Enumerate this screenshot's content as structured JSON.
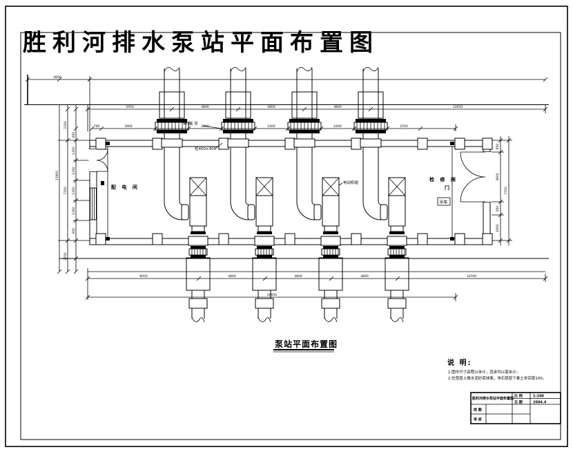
{
  "sheet": {
    "red_title": "胜利河排水泵站平面布置图",
    "caption": "泵站平面布置图",
    "colors": {
      "title_red": "#FF0000",
      "line_black": "#000000",
      "paper": "#FFFFFF"
    }
  },
  "rooms": {
    "left_room": "配 电 间",
    "right_room_line1": "检 修 闸",
    "right_room_line2": "门",
    "crane_tag": "吊车"
  },
  "callouts": {
    "expansion_joint": "伸缩节",
    "column": "柱400×400",
    "motor": "电动机组"
  },
  "notes": {
    "heading": "说 明:",
    "item1": "1.图中尺寸高程以米计，其余均以毫米计。",
    "item2": "2.砼垫层上做水泥砂浆抹面，块石垫层下素土夯实厚100。"
  },
  "title_block": {
    "drawing_title": "胜利河排水泵站平面布置图",
    "scale_label": "比 例",
    "scale_value": "1:100",
    "date_label": "日 期",
    "date_value": "2004.4",
    "drawn_label": "绘 图",
    "checked_label": "审 核"
  },
  "dims": {
    "top1": "4600",
    "r1a": "5950",
    "r1b": "4800",
    "r1c": "4800",
    "r1d": "4800",
    "r1e": "12650",
    "r2a": "700",
    "r2b": "3900",
    "r2c": "2400",
    "r2d": "2400",
    "r2e": "2400",
    "r2f": "2550",
    "r3a": "8050",
    "r3b": "4800",
    "r3c": "4800",
    "r3d": "4800",
    "r3e": "10700",
    "r4a": "26650",
    "l1": "13900",
    "l2a": "2250",
    "l2b": "7250",
    "l2c": "2250",
    "l3a": "650",
    "l3b": "1350",
    "l3c": "1350",
    "l3d": "1350",
    "l3e": "1350",
    "l3f": "650",
    "rr1a": "850",
    "rr1b": "3600",
    "rr1c": "950",
    "rr1d": "1850",
    "rr2": "7250"
  }
}
